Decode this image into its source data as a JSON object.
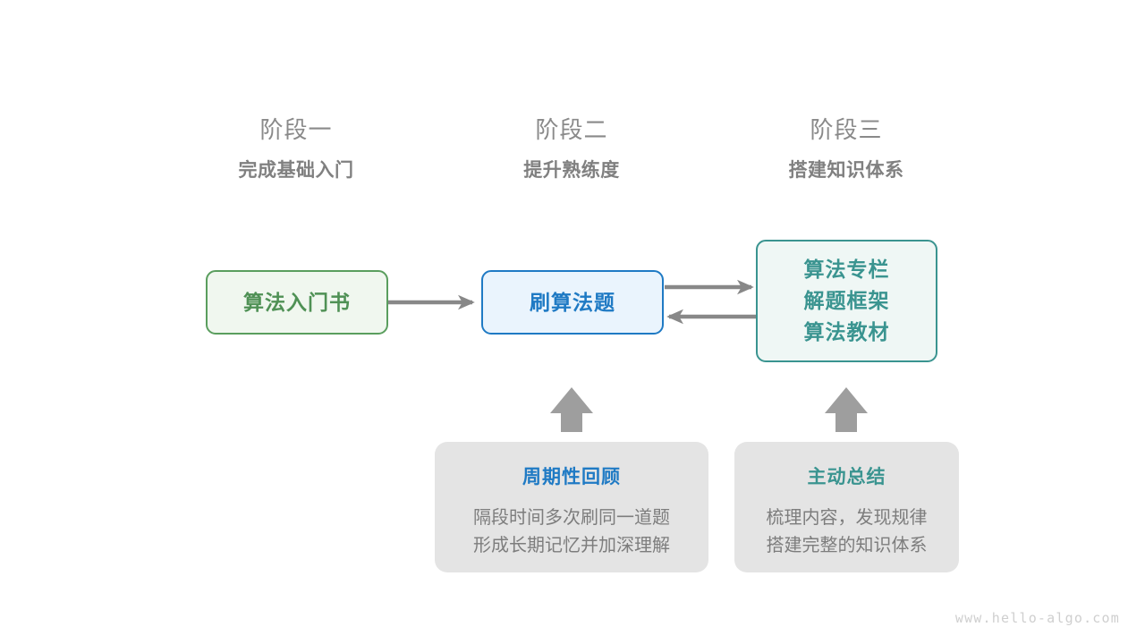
{
  "stages": [
    {
      "title": "阶段一",
      "subtitle": "完成基础入门"
    },
    {
      "title": "阶段二",
      "subtitle": "提升熟练度"
    },
    {
      "title": "阶段三",
      "subtitle": "搭建知识体系"
    }
  ],
  "nodes": {
    "book": {
      "label": "算法入门书",
      "color": "#4f9155"
    },
    "practice": {
      "label": "刷算法题",
      "color": "#1f7ac4"
    },
    "system": {
      "lines": [
        "算法专栏",
        "解题框架",
        "算法教材"
      ],
      "color": "#3a9490"
    }
  },
  "cards": [
    {
      "title": "周期性回顾",
      "title_color": "#1f7ac4",
      "body_lines": [
        "隔段时间多次刷同一道题",
        "形成长期记忆并加深理解"
      ]
    },
    {
      "title": "主动总结",
      "title_color": "#3a9490",
      "body_lines": [
        "梳理内容，发现规律",
        "搭建完整的知识体系"
      ]
    }
  ],
  "arrows": [
    {
      "name": "book-to-practice",
      "direction": "right"
    },
    {
      "name": "practice-to-system",
      "direction": "right"
    },
    {
      "name": "system-to-practice",
      "direction": "left"
    },
    {
      "name": "review-to-practice",
      "direction": "up"
    },
    {
      "name": "summary-to-system",
      "direction": "up"
    }
  ],
  "arrow_color": "#888888",
  "block_arrow_color": "#9e9e9e",
  "watermark": "www.hello-algo.com"
}
